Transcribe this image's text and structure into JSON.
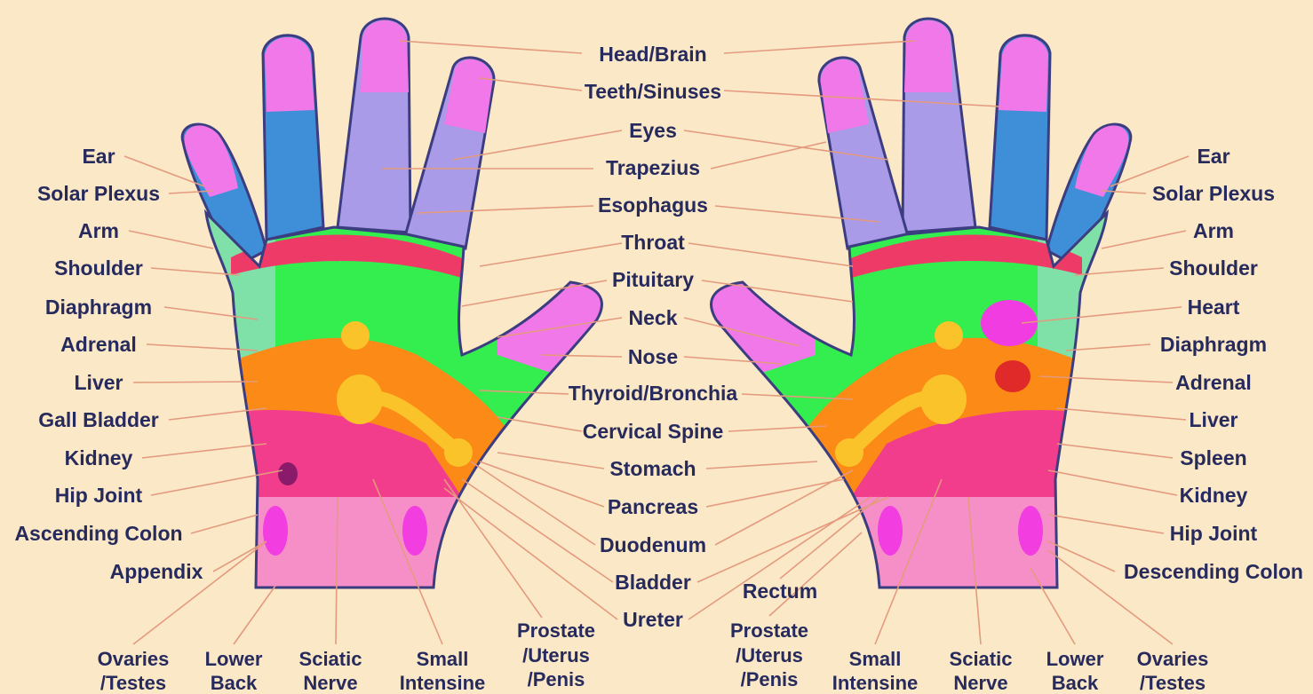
{
  "center_labels": [
    "Head/Brain",
    "Teeth/Sinuses",
    "Eyes",
    "Trapezius",
    "Esophagus",
    "Throat",
    "Pituitary",
    "Neck",
    "Nose",
    "Thyroid/Bronchia",
    "Cervical Spine",
    "Stomach",
    "Pancreas",
    "Duodenum",
    "Bladder",
    "Ureter"
  ],
  "left_labels": [
    "Ear",
    "Solar Plexus",
    "Arm",
    "Shoulder",
    "Diaphragm",
    "Adrenal",
    "Liver",
    "Gall Bladder",
    "Kidney",
    "Hip Joint",
    "Ascending Colon",
    "Appendix"
  ],
  "right_labels": [
    "Ear",
    "Solar Plexus",
    "Arm",
    "Shoulder",
    "Heart",
    "Diaphragm",
    "Adrenal",
    "Liver",
    "Spleen",
    "Kidney",
    "Hip Joint",
    "Descending Colon"
  ],
  "rectum": "Rectum",
  "left_bottom": [
    {
      "l1": "Ovaries",
      "l2": "/Testes"
    },
    {
      "l1": "Lower",
      "l2": "Back"
    },
    {
      "l1": "Sciatic",
      "l2": "Nerve"
    },
    {
      "l1": "Small",
      "l2": "Intensine"
    }
  ],
  "left_prostate": {
    "l1": "Prostate",
    "l2": "/Uterus",
    "l3": "/Penis"
  },
  "right_prostate": {
    "l1": "Prostate",
    "l2": "/Uterus",
    "l3": "/Penis"
  },
  "right_bottom": [
    {
      "l1": "Small",
      "l2": "Intensine"
    },
    {
      "l1": "Sciatic",
      "l2": "Nerve"
    },
    {
      "l1": "Lower",
      "l2": "Back"
    },
    {
      "l1": "Ovaries",
      "l2": "/Testes"
    }
  ],
  "colors": {
    "background": "#fbe8c6",
    "label_text": "#262a5c",
    "leader_line": "#e49a7e",
    "fingertip": "#f078e8",
    "finger_blue": "#3f8fd8",
    "finger_lavender": "#a99be8",
    "band_red": "#ee3a66",
    "palm_green": "#33ee4e",
    "palm_orange": "#fb8a16",
    "palm_pink": "#f23d8d",
    "wrist": "#f68ec8",
    "outline": "#3c3d80"
  }
}
